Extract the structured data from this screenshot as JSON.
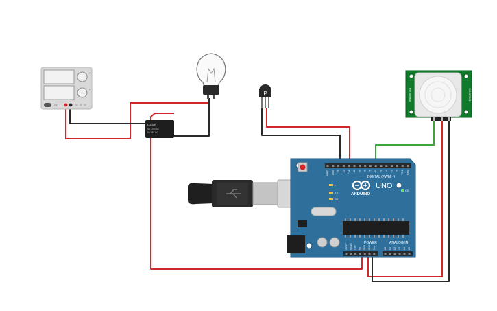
{
  "colors": {
    "board": "#2f6f9c",
    "board_dark": "#1f4f74",
    "header": "#2b2b2b",
    "wire_red": "#d3262b",
    "wire_black": "#2a2a2a",
    "wire_green": "#3aa63a",
    "pir_green": "#0f7a2a",
    "supply_body": "#d9d9d9",
    "relay_body": "#1e1e1e"
  },
  "power_supply": {
    "icon": "power-supply-icon",
    "brand": "LED",
    "knob_labels": [
      "V",
      "A"
    ]
  },
  "bulb": {
    "icon": "light-bulb-icon"
  },
  "relay": {
    "label_line1": "LU-5-R",
    "label_line2": "5A 125V AC",
    "label_line3": "5A 28V DC"
  },
  "transistor": {
    "label": "P"
  },
  "pir": {
    "icon": "pir-sensor-icon",
    "side_left": "PIR Sensor",
    "side_right": "HC-SR501"
  },
  "usb": {
    "icon": "usb-cable-icon"
  },
  "arduino": {
    "brand": "ARDUINO",
    "model": "UNO",
    "on_label": "ON",
    "tx_label": "TX",
    "rx_label": "RX",
    "l_label": "L",
    "digital_label": "DIGITAL (PWM ~)",
    "power_label": "POWER",
    "analog_label": "ANALOG IN",
    "top_pins": [
      "AREF",
      "GND",
      "13",
      "12",
      "~11",
      "~10",
      "~9",
      "8",
      "7",
      "~6",
      "~5",
      "4",
      "~3",
      "2",
      "TX 1",
      "RX 0"
    ],
    "power_pins": [
      "IOREF",
      "RESET",
      "3.3V",
      "5V",
      "GND",
      "GND",
      "Vin"
    ],
    "analog_pins": [
      "A0",
      "A1",
      "A2",
      "A3",
      "A4",
      "A5"
    ]
  }
}
